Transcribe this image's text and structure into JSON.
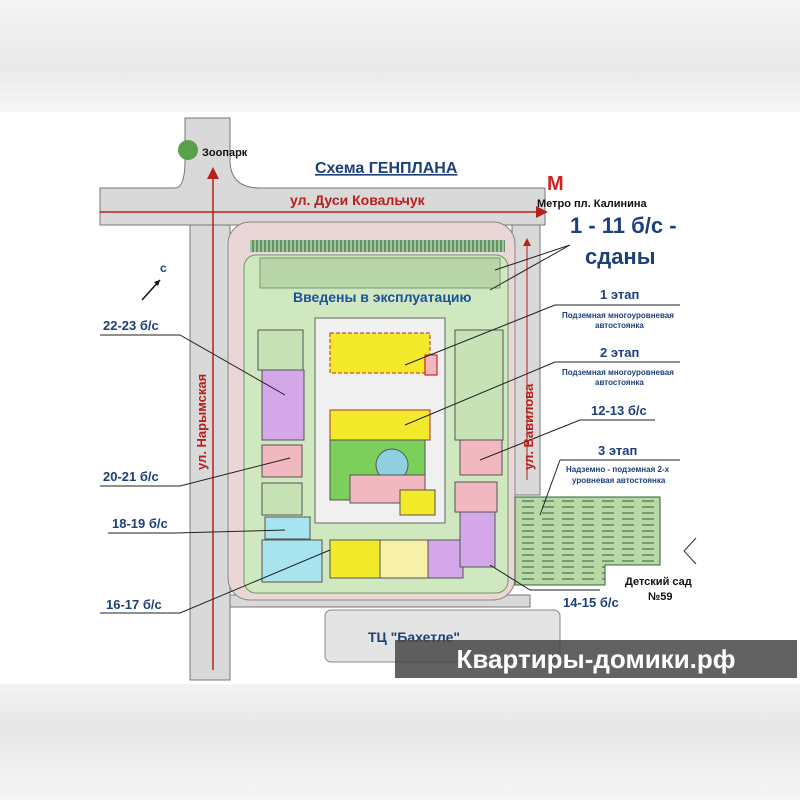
{
  "title": "Схема ГЕНПЛАНА",
  "landmarks": {
    "zoo": "Зоопарк",
    "metro": "Метро пл. Калинина",
    "metro_icon": "М",
    "mall": "ТЦ \"Бахетле\"",
    "kindergarten_line1": "Детский сад",
    "kindergarten_line2": "№59",
    "north": "с"
  },
  "streets": {
    "top": "ул. Дуси Ковальчук",
    "left": "ул. Нарымская",
    "right": "ул. Вавилова"
  },
  "status": {
    "done_line1": "1 - 11 б/с -",
    "done_line2": "сданы",
    "commissioned": "Введены в эксплуатацию"
  },
  "stages": [
    {
      "title": "1 этап",
      "line1": "Подземная многоуровневая",
      "line2": "автостоянка"
    },
    {
      "title": "2 этап",
      "line1": "Подземная многоуровневая",
      "line2": "автостоянка"
    },
    {
      "title": "3 этап",
      "line1": "Надземно - подземная 2-х",
      "line2": "уровневая автостоянка"
    }
  ],
  "sections": {
    "s22_23": "22-23 б/с",
    "s20_21": "20-21 б/с",
    "s18_19": "18-19 б/с",
    "s16_17": "16-17 б/с",
    "s12_13": "12-13 б/с",
    "s14_15": "14-15 б/с"
  },
  "watermark": "Квартиры-домики.рф",
  "colors": {
    "road": "#d9d9d9",
    "street_red": "#b8201c",
    "label_blue": "#1d3f7a",
    "green": "#cfe8c0",
    "yellow": "#f2ea2a",
    "pink": "#f2b8c0",
    "purple": "#d4a8e8",
    "cyan": "#a8e4f0"
  }
}
